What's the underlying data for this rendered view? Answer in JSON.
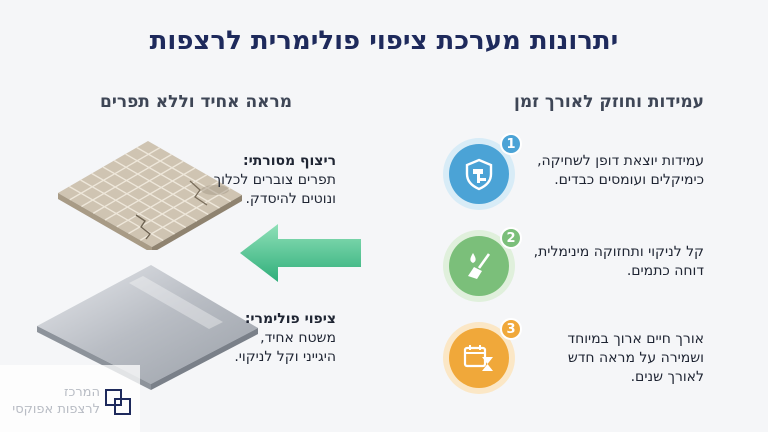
{
  "title": "יתרונות מערכת ציפוי פולימרית לרצפות",
  "columns": {
    "right_heading": "עמידות וחוזק לאורך זמן",
    "left_heading": "מראה אחיד וללא תפרים"
  },
  "benefits": [
    {
      "number": "1",
      "text_line1": "עמידות יוצאת דופן לשחיקה,",
      "text_line2": "כימיקלים ועומסים כבדים.",
      "icon": "shield-hammer-icon",
      "color": "#4ba3d6"
    },
    {
      "number": "2",
      "text_line1": "קל לניקוי ותחזוקה מינימלית,",
      "text_line2": "דוחה כתמים.",
      "icon": "broom-drop-icon",
      "color": "#7bbf7a"
    },
    {
      "number": "3",
      "text_line1": "אורך חיים ארוך במיוחד",
      "text_line2": "ושמירה על מראה חדש",
      "text_line3": "לאורך שנים.",
      "icon": "calendar-hourglass-icon",
      "color": "#f0a83a"
    }
  ],
  "traditional": {
    "label": "ריצוף מסורתי:",
    "line1": "תפרים צוברים לכלוך",
    "line2": "ונוטים להיסדק."
  },
  "polymer": {
    "label": "ציפוי פולימרי:",
    "line1": "משטח אחיד,",
    "line2": "היגייני וקל לניקוי."
  },
  "watermark": {
    "line1": "המרכז",
    "line2": "לרצפות אפוקסי"
  }
}
